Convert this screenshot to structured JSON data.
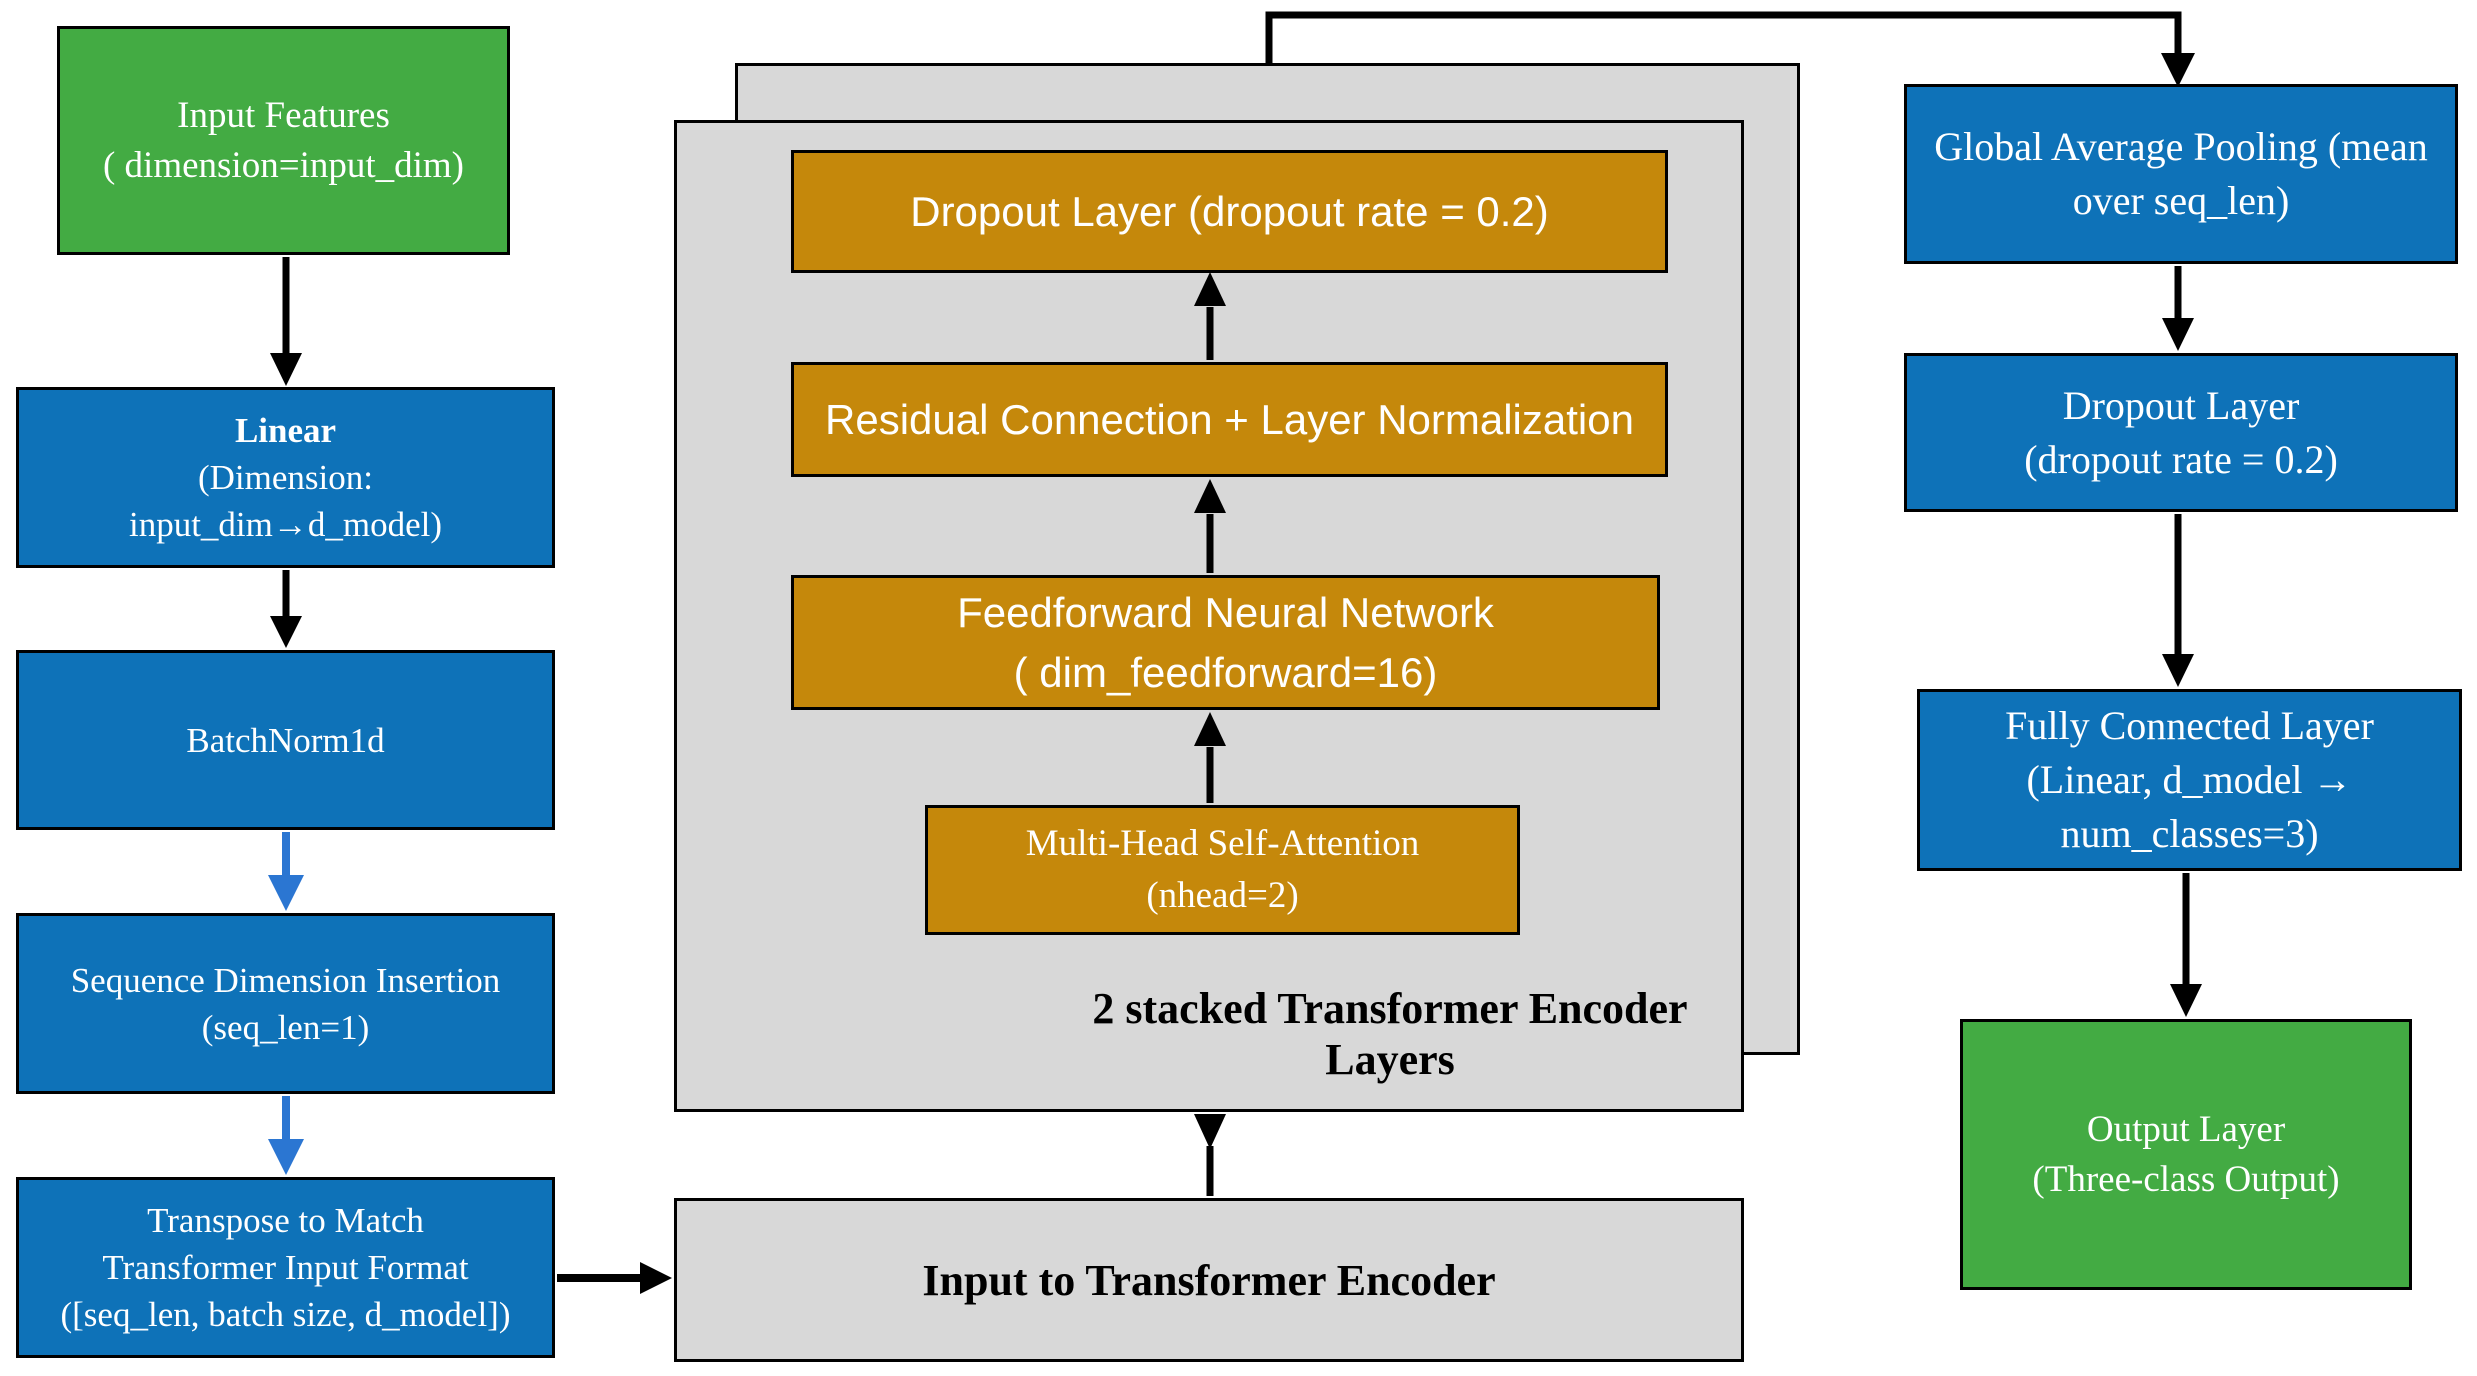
{
  "diagram_title": "Transformer classifier architecture flowchart",
  "colors": {
    "box_green": "#43ab43",
    "box_blue": "#0e72b8",
    "box_orange": "#c5880b",
    "panel_gray": "#d8d8d8",
    "border_black": "#000000",
    "arrow_black": "#000000",
    "arrow_blue": "#2b76d2",
    "text_white": "#ffffff",
    "text_black": "#000000"
  },
  "boxes": {
    "input_features": {
      "lines": [
        "Input Features",
        "( dimension=input_dim)"
      ]
    },
    "linear": {
      "title": "Linear",
      "lines": [
        "(Dimension:",
        "input_dim→d_model)"
      ]
    },
    "batchnorm1d": {
      "lines": [
        "BatchNorm1d"
      ]
    },
    "sequence_insertion": {
      "lines": [
        "Sequence Dimension Insertion",
        "(seq_len=1)"
      ]
    },
    "transpose": {
      "lines": [
        "Transpose to Match",
        "Transformer Input Format",
        "([seq_len, batch size, d_model])"
      ]
    },
    "encoder_dropout": {
      "lines": [
        "Dropout Layer (dropout rate = 0.2)"
      ]
    },
    "residual_norm": {
      "lines": [
        "Residual Connection + Layer Normalization"
      ]
    },
    "feedforward": {
      "lines": [
        "Feedforward Neural Network",
        "( dim_feedforward=16)"
      ]
    },
    "multi_head_attention": {
      "lines": [
        "Multi-Head Self-Attention",
        "(nhead=2)"
      ]
    },
    "global_average_pooling": {
      "lines": [
        "Global Average Pooling (mean",
        "over seq_len)"
      ]
    },
    "head_dropout": {
      "lines": [
        "Dropout Layer",
        "(dropout rate = 0.2)"
      ]
    },
    "fully_connected": {
      "lines": [
        "Fully Connected Layer",
        "(Linear, d_model →",
        "num_classes=3)"
      ]
    },
    "output_layer": {
      "lines": [
        "Output Layer",
        "(Three-class Output)"
      ]
    }
  },
  "captions": {
    "stacked_layers": "2 stacked Transformer Encoder Layers",
    "encoder_input": "Input to Transformer Encoder"
  }
}
